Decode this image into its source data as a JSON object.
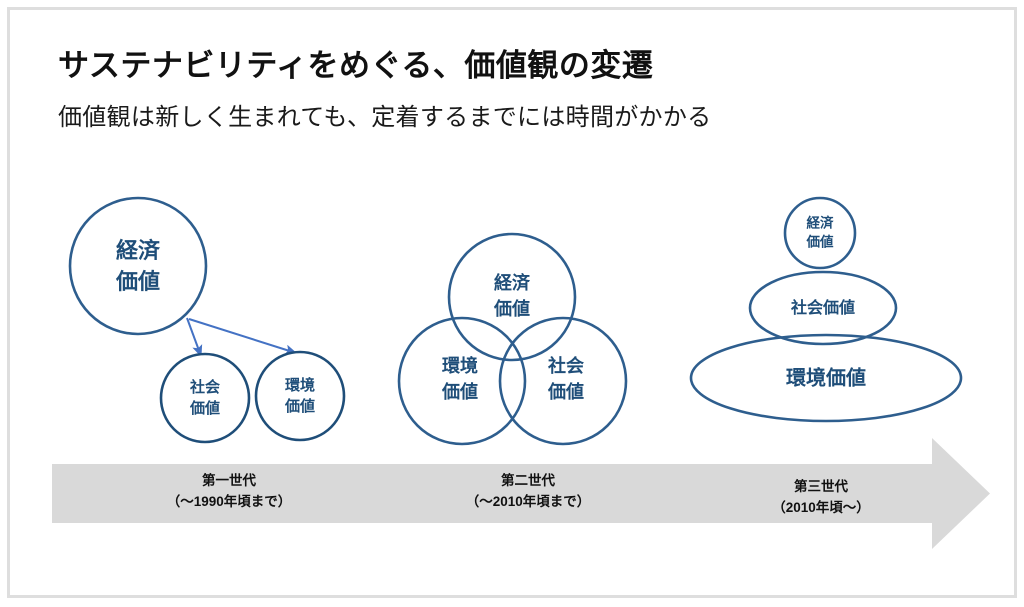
{
  "slide": {
    "title": "サステナビリティをめぐる、価値観の変遷",
    "subtitle": "価値観は新しく生まれても、定着するまでには時間がかかる"
  },
  "colors": {
    "circle_stroke": "#2e5e8e",
    "label_text": "#1f4e79",
    "arrow": "#4472c4",
    "timeline_fill": "#d9d9d9",
    "frame_border": "#dedede",
    "heading_text": "#111111",
    "background": "#ffffff"
  },
  "generations": [
    {
      "id": "gen1",
      "name": "第一世代",
      "period": "（〜1990年頃まで）",
      "layout": "dominant-plus-satellites",
      "bubbles": [
        {
          "label_line1": "経済",
          "label_line2": "価値",
          "role": "primary"
        },
        {
          "label_line1": "社会",
          "label_line2": "価値",
          "role": "satellite"
        },
        {
          "label_line1": "環境",
          "label_line2": "価値",
          "role": "satellite"
        }
      ],
      "arrows": 2
    },
    {
      "id": "gen2",
      "name": "第二世代",
      "period": "（〜2010年頃まで）",
      "layout": "venn-three-equal",
      "bubbles": [
        {
          "label_line1": "経済",
          "label_line2": "価値",
          "position": "top"
        },
        {
          "label_line1": "環境",
          "label_line2": "価値",
          "position": "bottom-left"
        },
        {
          "label_line1": "社会",
          "label_line2": "価値",
          "position": "bottom-right"
        }
      ]
    },
    {
      "id": "gen3",
      "name": "第三世代",
      "period": "（2010年頃〜）",
      "layout": "nested-stack",
      "bubbles": [
        {
          "label_line1": "経済",
          "label_line2": "価値",
          "position": "top"
        },
        {
          "label_single": "社会価値",
          "position": "middle"
        },
        {
          "label_single": "環境価値",
          "position": "bottom"
        }
      ]
    }
  ],
  "timeline": {
    "shape": "right-arrow",
    "segments": [
      {
        "name": "第一世代",
        "period": "（〜1990年頃まで）"
      },
      {
        "name": "第二世代",
        "period": "（〜2010年頃まで）"
      },
      {
        "name": "第三世代",
        "period": "（2010年頃〜）"
      }
    ]
  }
}
